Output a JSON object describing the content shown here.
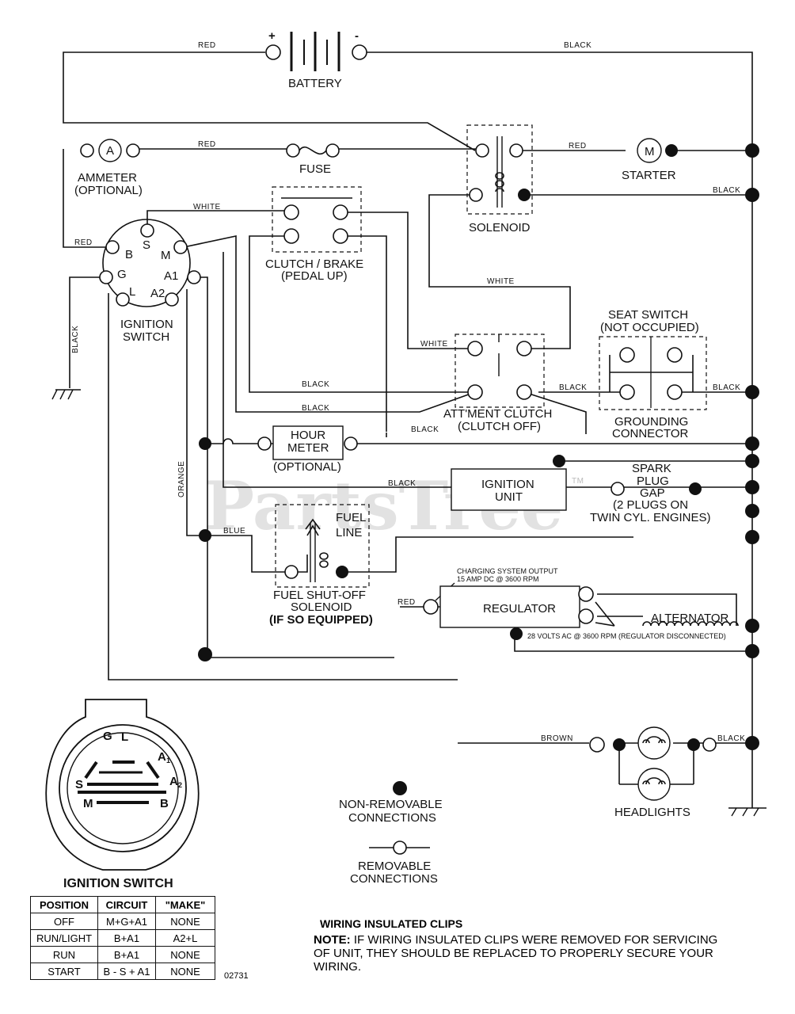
{
  "components": {
    "battery": "BATTERY",
    "battery_plus": "+",
    "battery_minus": "-",
    "ammeter_symbol": "A",
    "ammeter": "AMMETER",
    "ammeter_optional": "(OPTIONAL)",
    "fuse": "FUSE",
    "starter_symbol": "M",
    "starter": "STARTER",
    "solenoid": "SOLENOID",
    "clutch_brake_1": "CLUTCH / BRAKE",
    "clutch_brake_2": "(PEDAL UP)",
    "ignition_switch_1": "IGNITION",
    "ignition_switch_2": "SWITCH",
    "seat_switch_1": "SEAT SWITCH",
    "seat_switch_2": "(NOT OCCUPIED)",
    "grounding_1": "GROUNDING",
    "grounding_2": "CONNECTOR",
    "attment_1": "ATT'MENT CLUTCH",
    "attment_2": "(CLUTCH OFF)",
    "hour_meter_1": "HOUR",
    "hour_meter_2": "METER",
    "hour_meter_opt": "(OPTIONAL)",
    "ignition_unit_1": "IGNITION",
    "ignition_unit_2": "UNIT",
    "spark_1": "SPARK",
    "spark_2": "PLUG",
    "spark_3": "GAP",
    "spark_4": "(2 PLUGS ON",
    "spark_5": "TWIN CYL. ENGINES)",
    "fuel_line_1": "FUEL",
    "fuel_line_2": "LINE",
    "fuel_sol_1": "FUEL SHUT-OFF",
    "fuel_sol_2": "SOLENOID",
    "fuel_sol_3": "(IF SO EQUIPPED)",
    "charging_1": "CHARGING SYSTEM OUTPUT",
    "charging_2": "15 AMP DC @ 3600 RPM",
    "regulator": "REGULATOR",
    "alternator": "ALTERNATOR",
    "ac_note": "28 VOLTS AC @ 3600 RPM (REGULATOR DISCONNECTED)",
    "headlights": "HEADLIGHTS"
  },
  "terminals": {
    "B": "B",
    "S": "S",
    "M": "M",
    "G": "G",
    "A1": "A1",
    "L": "L",
    "A2": "A2",
    "small_A1": "A",
    "small_A1_sub": "1",
    "small_A2": "A",
    "small_A2_sub": "2"
  },
  "wire_colors": {
    "red": "RED",
    "black": "BLACK",
    "white": "WHITE",
    "orange": "ORANGE",
    "blue": "BLUE",
    "brown": "BROWN"
  },
  "legend": {
    "non_removable_1": "NON-REMOVABLE",
    "non_removable_2": "CONNECTIONS",
    "removable_1": "REMOVABLE",
    "removable_2": "CONNECTIONS"
  },
  "ignition_table": {
    "title": "IGNITION SWITCH",
    "headers": [
      "POSITION",
      "CIRCUIT",
      "\"MAKE\""
    ],
    "rows": [
      [
        "OFF",
        "M+G+A1",
        "NONE"
      ],
      [
        "RUN/LIGHT",
        "B+A1",
        "A2+L"
      ],
      [
        "RUN",
        "B+A1",
        "NONE"
      ],
      [
        "START",
        "B - S + A1",
        "NONE"
      ]
    ]
  },
  "diagram_code": "02731",
  "note": {
    "title": "WIRING INSULATED CLIPS",
    "label": "NOTE:",
    "text": "IF WIRING INSULATED CLIPS WERE REMOVED FOR SERVICING OF UNIT, THEY SHOULD BE REPLACED TO PROPERLY SECURE YOUR WIRING."
  },
  "watermark": "PartsTree",
  "watermark_tm": "TM"
}
